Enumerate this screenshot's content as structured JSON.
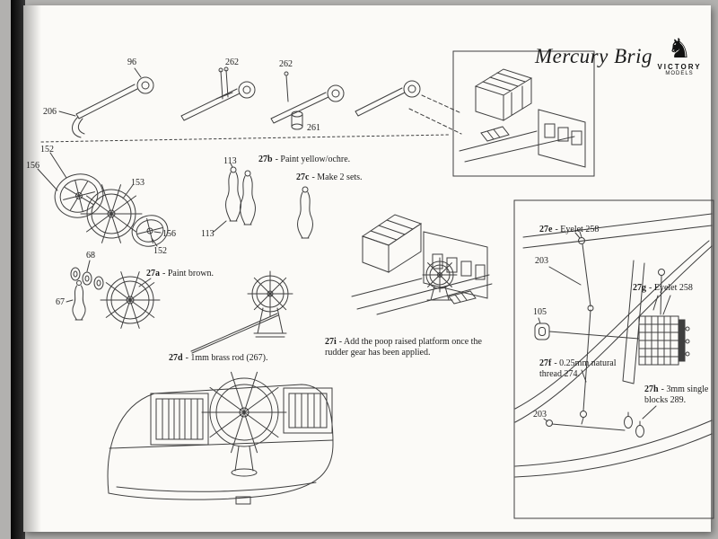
{
  "header": {
    "title": "Mercury Brig",
    "logo_top": "VICTORY",
    "logo_bottom": "MODELS"
  },
  "parts": {
    "p96": "96",
    "p206": "206",
    "p262a": "262",
    "p262b": "262",
    "p261": "261",
    "p152a": "152",
    "p156a": "156",
    "p153": "153",
    "p156b": "156",
    "p152b": "152",
    "p113a": "113",
    "p113b": "113",
    "p68": "68",
    "p67": "67",
    "p203a": "203",
    "p105": "105",
    "p203b": "203"
  },
  "callouts": {
    "a": {
      "code": "27a",
      "text": "- Paint brown."
    },
    "b": {
      "code": "27b",
      "text": "- Paint yellow/ochre."
    },
    "c": {
      "code": "27c",
      "text": "- Make 2 sets."
    },
    "d": {
      "code": "27d",
      "text": "- 1mm brass rod (267)."
    },
    "e": {
      "code": "27e",
      "text": "- Eyelet 258"
    },
    "f": {
      "code": "27f",
      "text": "- 0.25mm natural thread 274."
    },
    "g": {
      "code": "27g",
      "text": "- Eyelet 258"
    },
    "h": {
      "code": "27h",
      "text": "- 3mm single blocks 289."
    },
    "i": {
      "code": "27i",
      "text": "- Add the poop raised platform once the rudder gear has been applied."
    }
  }
}
